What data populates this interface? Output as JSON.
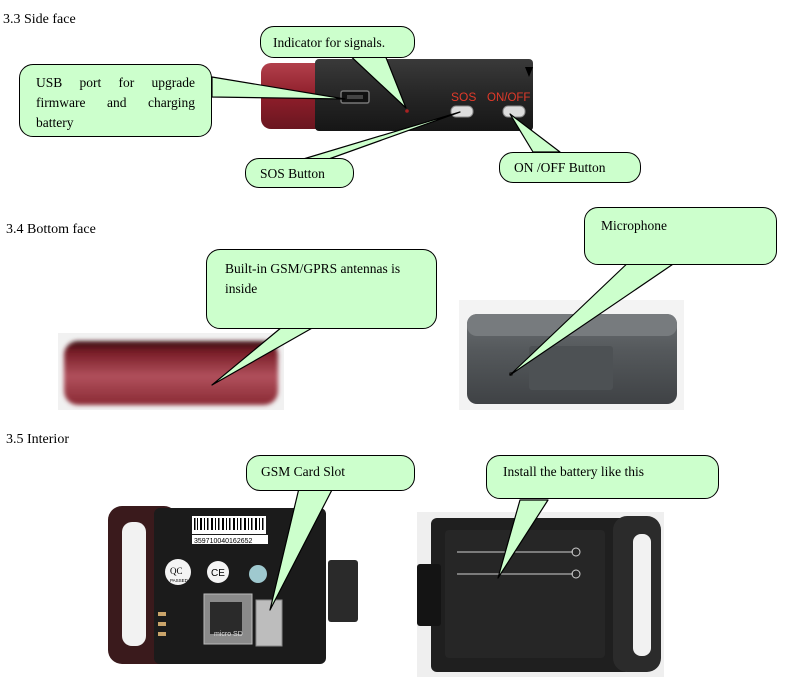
{
  "sections": {
    "side_face": {
      "heading": "3.3 Side face",
      "callouts": {
        "indicator": "Indicator for signals.",
        "usb": "USB port for upgrade firmware and charging battery",
        "sos": "SOS Button",
        "onoff": "ON /OFF Button"
      },
      "device_labels": {
        "sos": "SOS",
        "onoff": "ON/OFF"
      }
    },
    "bottom_face": {
      "heading": "3.4 Bottom face",
      "callouts": {
        "antenna": "Built-in GSM/GPRS antennas is inside",
        "microphone": "Microphone"
      }
    },
    "interior": {
      "heading": "3.5 Interior",
      "callouts": {
        "gsm_slot": "GSM Card Slot",
        "battery": "Install the battery like this"
      },
      "board_labels": {
        "barcode_number": "359710040162652",
        "qc": "QC",
        "qc_sub": "PASSED",
        "ce": "CE",
        "micro_sd": "micro SD"
      }
    }
  },
  "colors": {
    "callout_fill": "#ccffcc",
    "device_red": "#8e1e2a",
    "device_black": "#262626",
    "label_red": "#e23a2a",
    "housing_grey": "#55595c"
  }
}
